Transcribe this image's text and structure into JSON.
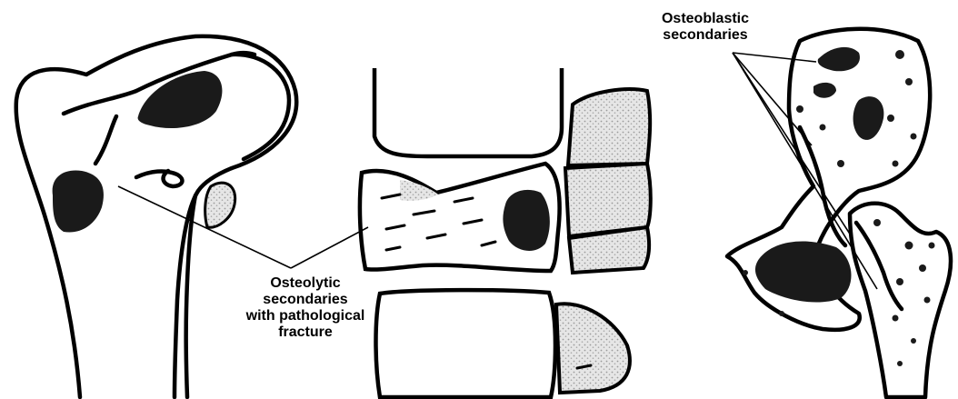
{
  "labels": {
    "osteolytic": {
      "lines": [
        "Osteolytic",
        "secondaries",
        "with pathological",
        "fracture"
      ]
    },
    "osteoblastic": {
      "lines": [
        "Osteoblastic",
        "secondaries"
      ]
    }
  },
  "colors": {
    "ink": "#000000",
    "lesion": "#1a1a1a",
    "stipple": "#cfcfcf",
    "background": "#ffffff"
  }
}
